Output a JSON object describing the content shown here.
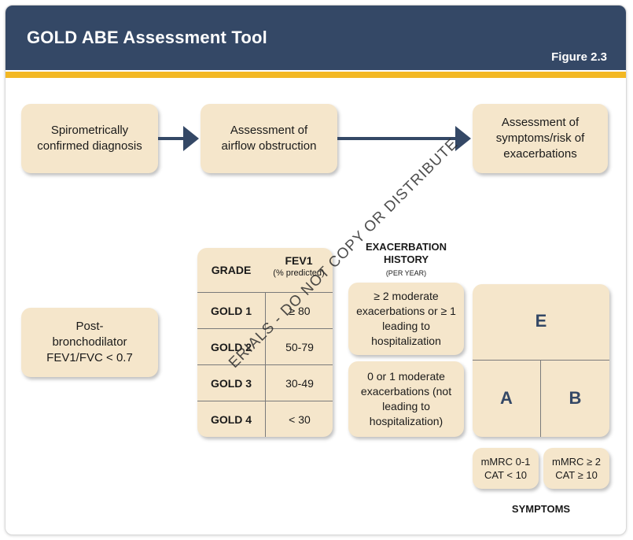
{
  "header": {
    "title": "GOLD ABE Assessment Tool",
    "figure_label": "Figure  2.3"
  },
  "flow": {
    "step1": "Spirometrically confirmed diagnosis",
    "step2": "Assessment of airflow obstruction",
    "step3": "Assessment of symptoms/risk of exacerbations"
  },
  "post_bd": "Post-bronchodilator FEV1/FVC < 0.7",
  "grade_table": {
    "col_grade": "GRADE",
    "col_fev": "FEV1",
    "col_fev_sub": "(% predicted)",
    "rows": [
      {
        "grade": "GOLD 1",
        "fev": "≥ 80"
      },
      {
        "grade": "GOLD 2",
        "fev": "50-79"
      },
      {
        "grade": "GOLD 3",
        "fev": "30-49"
      },
      {
        "grade": "GOLD 4",
        "fev": "< 30"
      }
    ]
  },
  "exacerbation": {
    "title_line1": "EXACERBATION",
    "title_line2": "HISTORY",
    "subtitle": "(PER YEAR)",
    "high_risk": "≥ 2 moderate exacerbations or ≥ 1 leading to hospitalization",
    "low_risk": "0 or 1 moderate exacerbations (not leading to hospitalization)"
  },
  "groups": {
    "e": "E",
    "a": "A",
    "b": "B"
  },
  "symptoms": {
    "low_line1": "mMRC 0-1",
    "low_line2": "CAT < 10",
    "high_line1": "mMRC ≥ 2",
    "high_line2": "CAT ≥ 10",
    "label": "SYMPTOMS"
  },
  "watermark": "ERIALS - DO NOT COPY OR DISTRIBUTE",
  "colors": {
    "header_bg": "#344866",
    "accent_bar": "#f3b824",
    "box_fill": "#f5e6cb",
    "arrow": "#344866"
  }
}
